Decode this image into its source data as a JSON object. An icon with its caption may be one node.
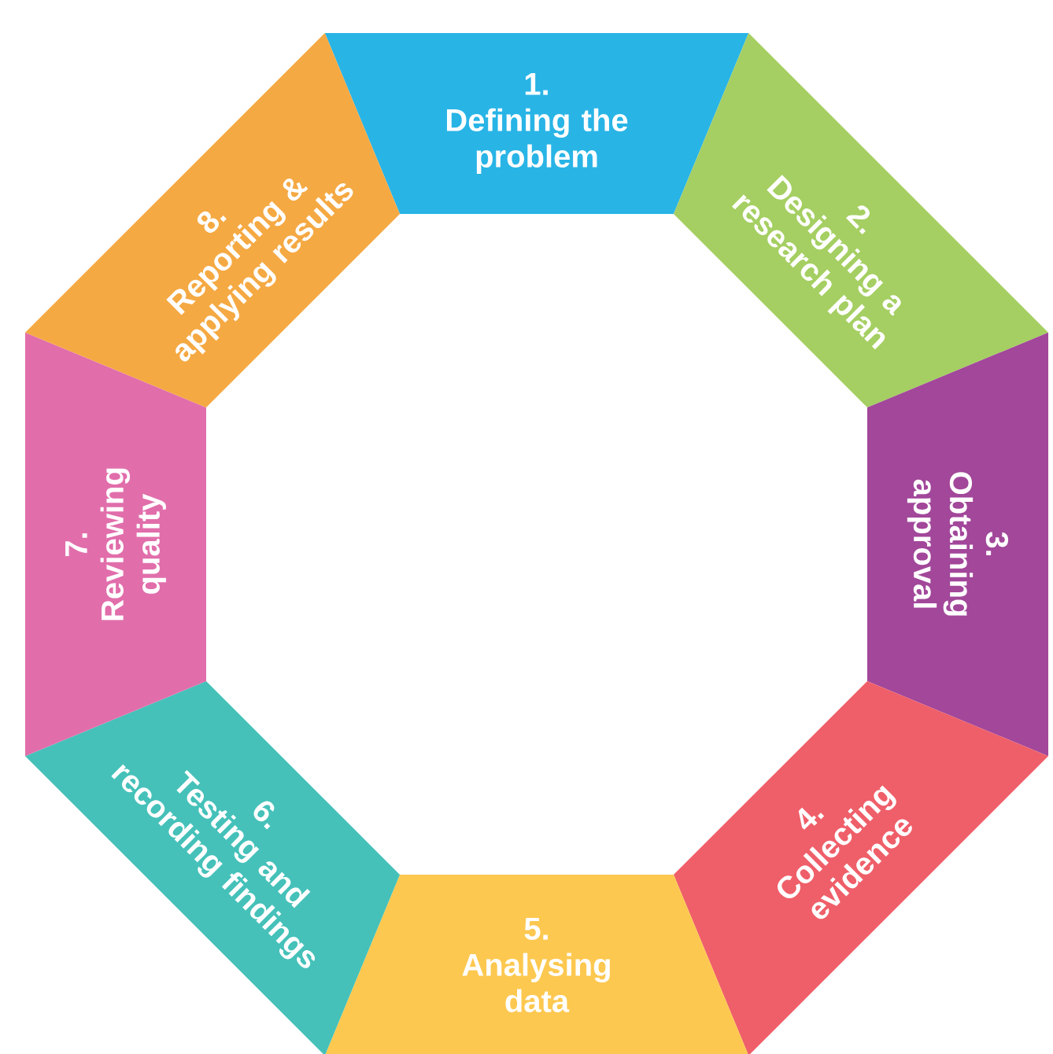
{
  "diagram": {
    "nodes": [
      {
        "text": [
          "1.",
          "Defining the problem"
        ]
      },
      {
        "text": [
          "2.",
          "Designing a research plan"
        ]
      },
      {
        "text": [
          "3.",
          "Obtaining approval"
        ]
      },
      {
        "text": [
          "4.",
          "Collecting evidence"
        ]
      },
      {
        "text": [
          "5.",
          "Analysing data"
        ]
      },
      {
        "text": [
          "6.",
          "Testing and recording findings"
        ]
      },
      {
        "text": [
          "7.",
          "Reviewing quality"
        ]
      },
      {
        "text": [
          "8.",
          "Reporting & applying results"
        ]
      }
    ]
  }
}
